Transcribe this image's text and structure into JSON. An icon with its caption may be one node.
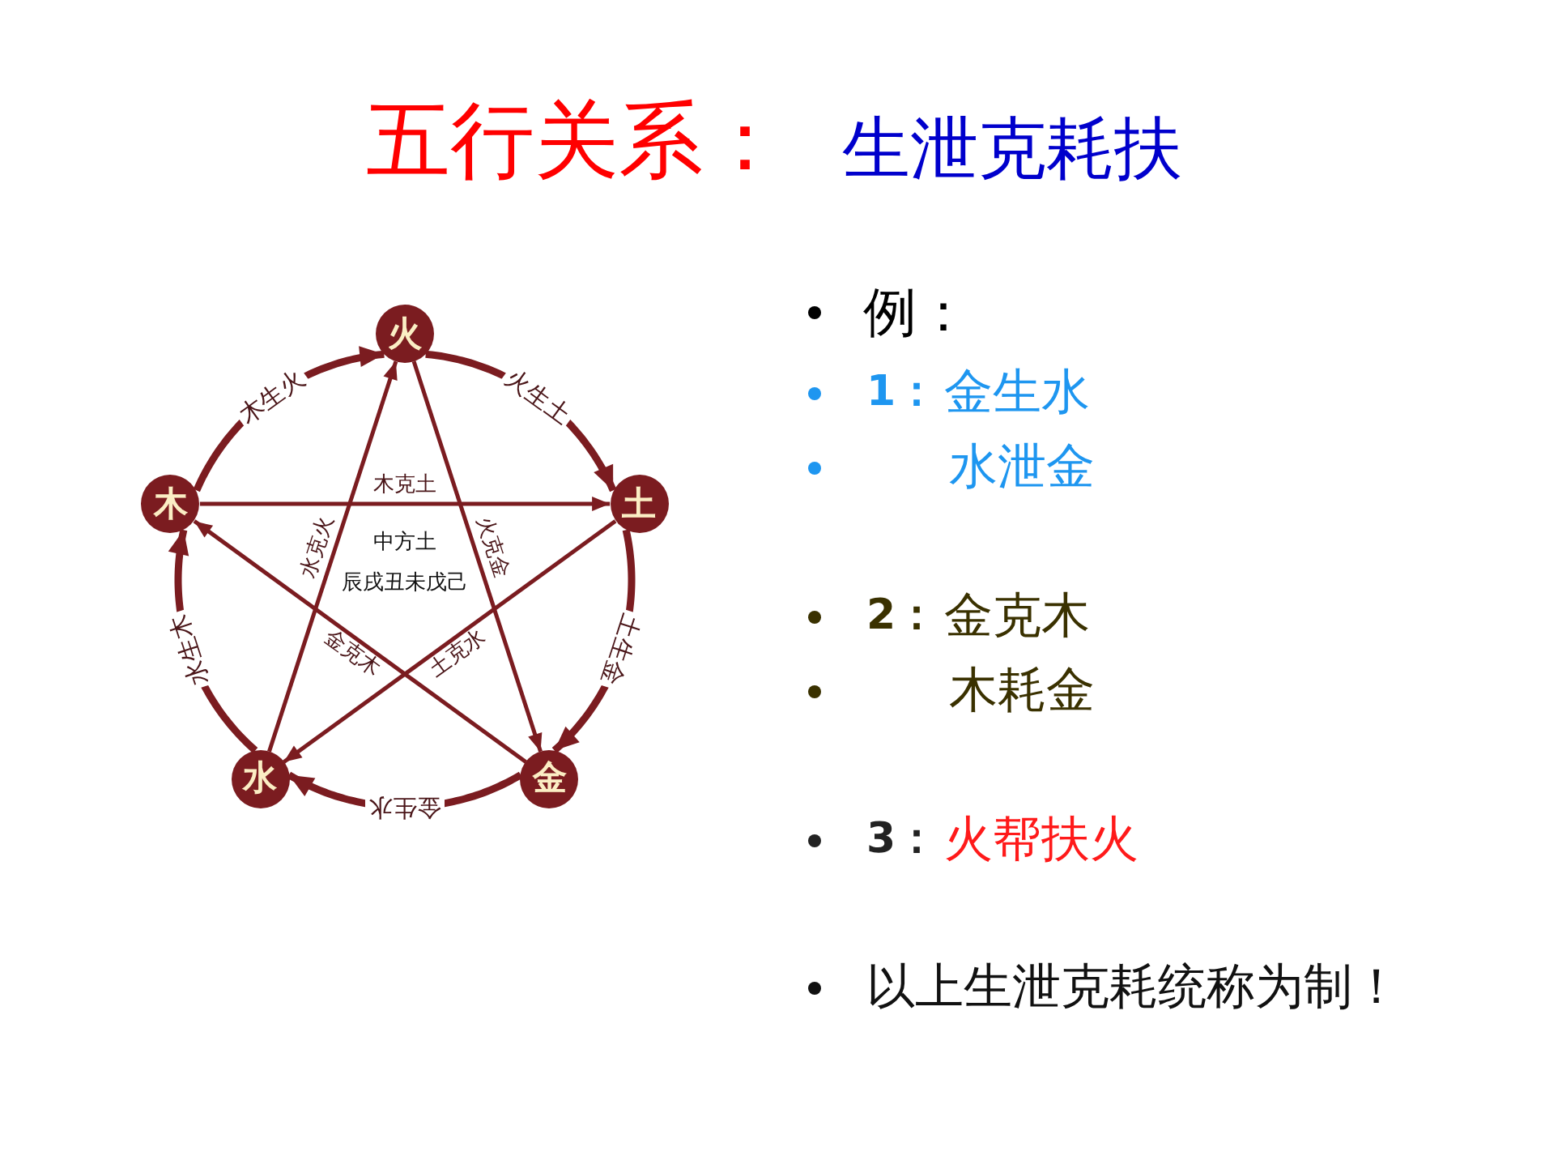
{
  "diagram": {
    "title": "五行关系：",
    "nodes": [
      {
        "text": [
          "火"
        ]
      },
      {
        "text": [
          "木"
        ]
      },
      {
        "text": [
          "土"
        ]
      },
      {
        "text": [
          "水"
        ]
      },
      {
        "text": [
          "金"
        ]
      }
    ],
    "edges": [
      {
        "from": 1,
        "to": 0,
        "arrow": "to",
        "label": "木生火",
        "style": "thick"
      },
      {
        "from": 0,
        "to": 2,
        "arrow": "to",
        "label": "火生土",
        "style": "thick"
      },
      {
        "from": 2,
        "to": 4,
        "arrow": "to",
        "label": "土生金",
        "style": "thick"
      },
      {
        "from": 4,
        "to": 3,
        "arrow": "to",
        "label": "金生水",
        "style": "thick"
      },
      {
        "from": 3,
        "to": 1,
        "arrow": "to",
        "label": "水生木",
        "style": "thick"
      },
      {
        "from": 1,
        "to": 2,
        "arrow": "to",
        "label": "木克土"
      },
      {
        "from": 0,
        "to": 4,
        "arrow": "to",
        "label": "火克金"
      },
      {
        "from": 2,
        "to": 3,
        "arrow": "to",
        "label": "土克水"
      },
      {
        "from": 4,
        "to": 1,
        "arrow": "to",
        "label": "金克木"
      },
      {
        "from": 3,
        "to": 0,
        "arrow": "to",
        "label": "水克火"
      }
    ],
    "labels": [
      "生泄克耗扶",
      "中方土",
      "辰戌丑未戊己",
      "例：",
      "1：",
      "金生水",
      "水泄金",
      "2：",
      "金克木",
      "木耗金",
      "3：",
      "火帮扶火",
      "以上生泄克耗统称为制！"
    ]
  }
}
